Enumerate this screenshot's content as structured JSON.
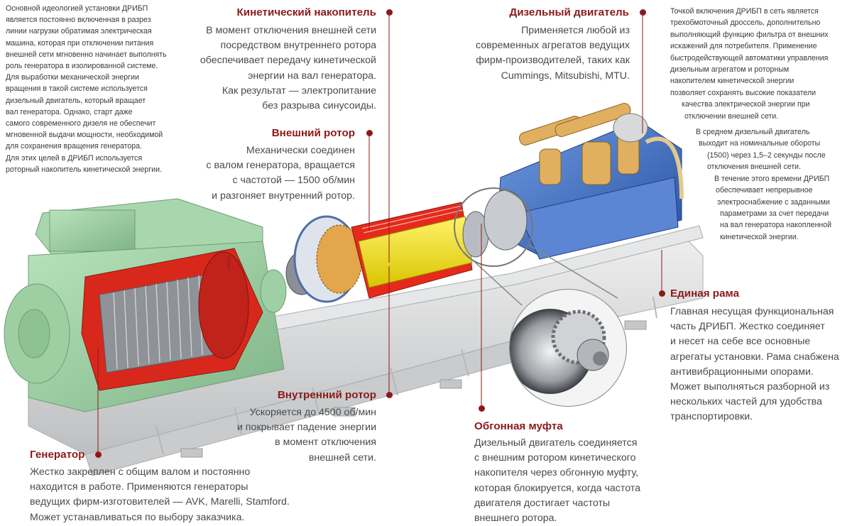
{
  "colors": {
    "accent": "#8c1a1a",
    "generator_housing": "#9fd1a5",
    "stator_red": "#d8281c",
    "rotor_yellow": "#f3e115",
    "engine_blue": "#3c6fc6",
    "engine_manifold": "#e0b060",
    "frame_gray": "#d9dadb"
  },
  "intro_left": [
    "Основной идеологией установки ДРИБП",
    "является постоянно включенная в разрез",
    "линии нагрузки обратимая электрическая",
    "машина, которая при отключении питания",
    "внешней сети мгновенно начинает выполнять",
    "роль генератора в изолированной системе.",
    "Для выработки механической энергии",
    "вращения в такой системе используется",
    "дизельный двигатель, который вращает",
    "вал генератора. Однако, старт даже",
    "самого современного дизеля не обеспечит",
    "мгновенной выдачи мощности, необходимой",
    "для сохранения вращения генератора.",
    "Для этих целей в ДРИБП используется",
    "роторный накопитель кинетической энергии."
  ],
  "intro_right": [
    "Точкой включения ДРИБП в сеть является",
    "трехобмоточный дроссель, дополнительно",
    "выполняющий функцию фильтра от внешних",
    "искажений для потребителя. Применение",
    "быстродействующей автоматики управления",
    "дизельным агрегатом и роторным",
    "накопителем кинетической энергии",
    "позволяет сохранять высокие показатели",
    "качества электрической энергии при",
    "отключении внешней сети.",
    "В среднем дизельный двигатель",
    "выходит на номинальные обороты",
    "(1500) через 1,5–2 секунды после",
    "отключения внешней сети.",
    "В течение этого времени ДРИБП",
    "обеспечивает непрерывное",
    "электроснабжение с заданными",
    "параметрами за счет передачи",
    "на вал генератора накопленной",
    "кинетической энергии."
  ],
  "kinetic": {
    "title": "Кинетический накопитель",
    "lines": [
      "В момент отключения внешней сети",
      "посредством внутреннего ротора",
      "обеспечивает передачу кинетической",
      "энергии на вал генератора.",
      "Как результат — электропитание",
      "без разрыва синусоиды."
    ]
  },
  "diesel": {
    "title": "Дизельный двигатель",
    "lines": [
      "Применяется любой из",
      "современных агрегатов ведущих",
      "фирм-производителей, таких как",
      "Cummings, Mitsubishi, MTU."
    ]
  },
  "outer_rotor": {
    "title": "Внешний ротор",
    "lines": [
      "Механически соединен",
      "с валом генератора, вращается",
      "с частотой — 1500 об/мин",
      "и разгоняет внутренний ротор."
    ]
  },
  "frame": {
    "title": "Единая рама",
    "lines": [
      "Главная несущая функциональная",
      "часть ДРИБП. Жестко соединяет",
      "и несет на себе все основные",
      "агрегаты установки. Рама снабжена",
      "антивибрационными опорами.",
      "Может выполняться разборной из",
      "нескольких частей для удобства",
      "транспортировки."
    ]
  },
  "inner_rotor": {
    "title": "Внутренний ротор",
    "lines": [
      "Ускоряется до 4500 об/мин",
      "и покрывает падение энергии",
      "в момент отключения",
      "внешней сети."
    ]
  },
  "clutch": {
    "title": "Обгонная муфта",
    "lines": [
      "Дизельный двигатель соединяется",
      "с внешним ротором кинетического",
      "накопителя через обгонную муфту,",
      "которая блокируется, когда частота",
      "двигателя достигает частоты",
      "внешнего ротора."
    ]
  },
  "generator": {
    "title": "Генератор",
    "lines": [
      "Жестко закреплен с общим валом и постоянно",
      "находится в работе. Применяются генераторы",
      "ведущих фирм-изготовителей — AVK, Marelli, Stamford.",
      "Может устанавливаться по выбору заказчика."
    ]
  }
}
